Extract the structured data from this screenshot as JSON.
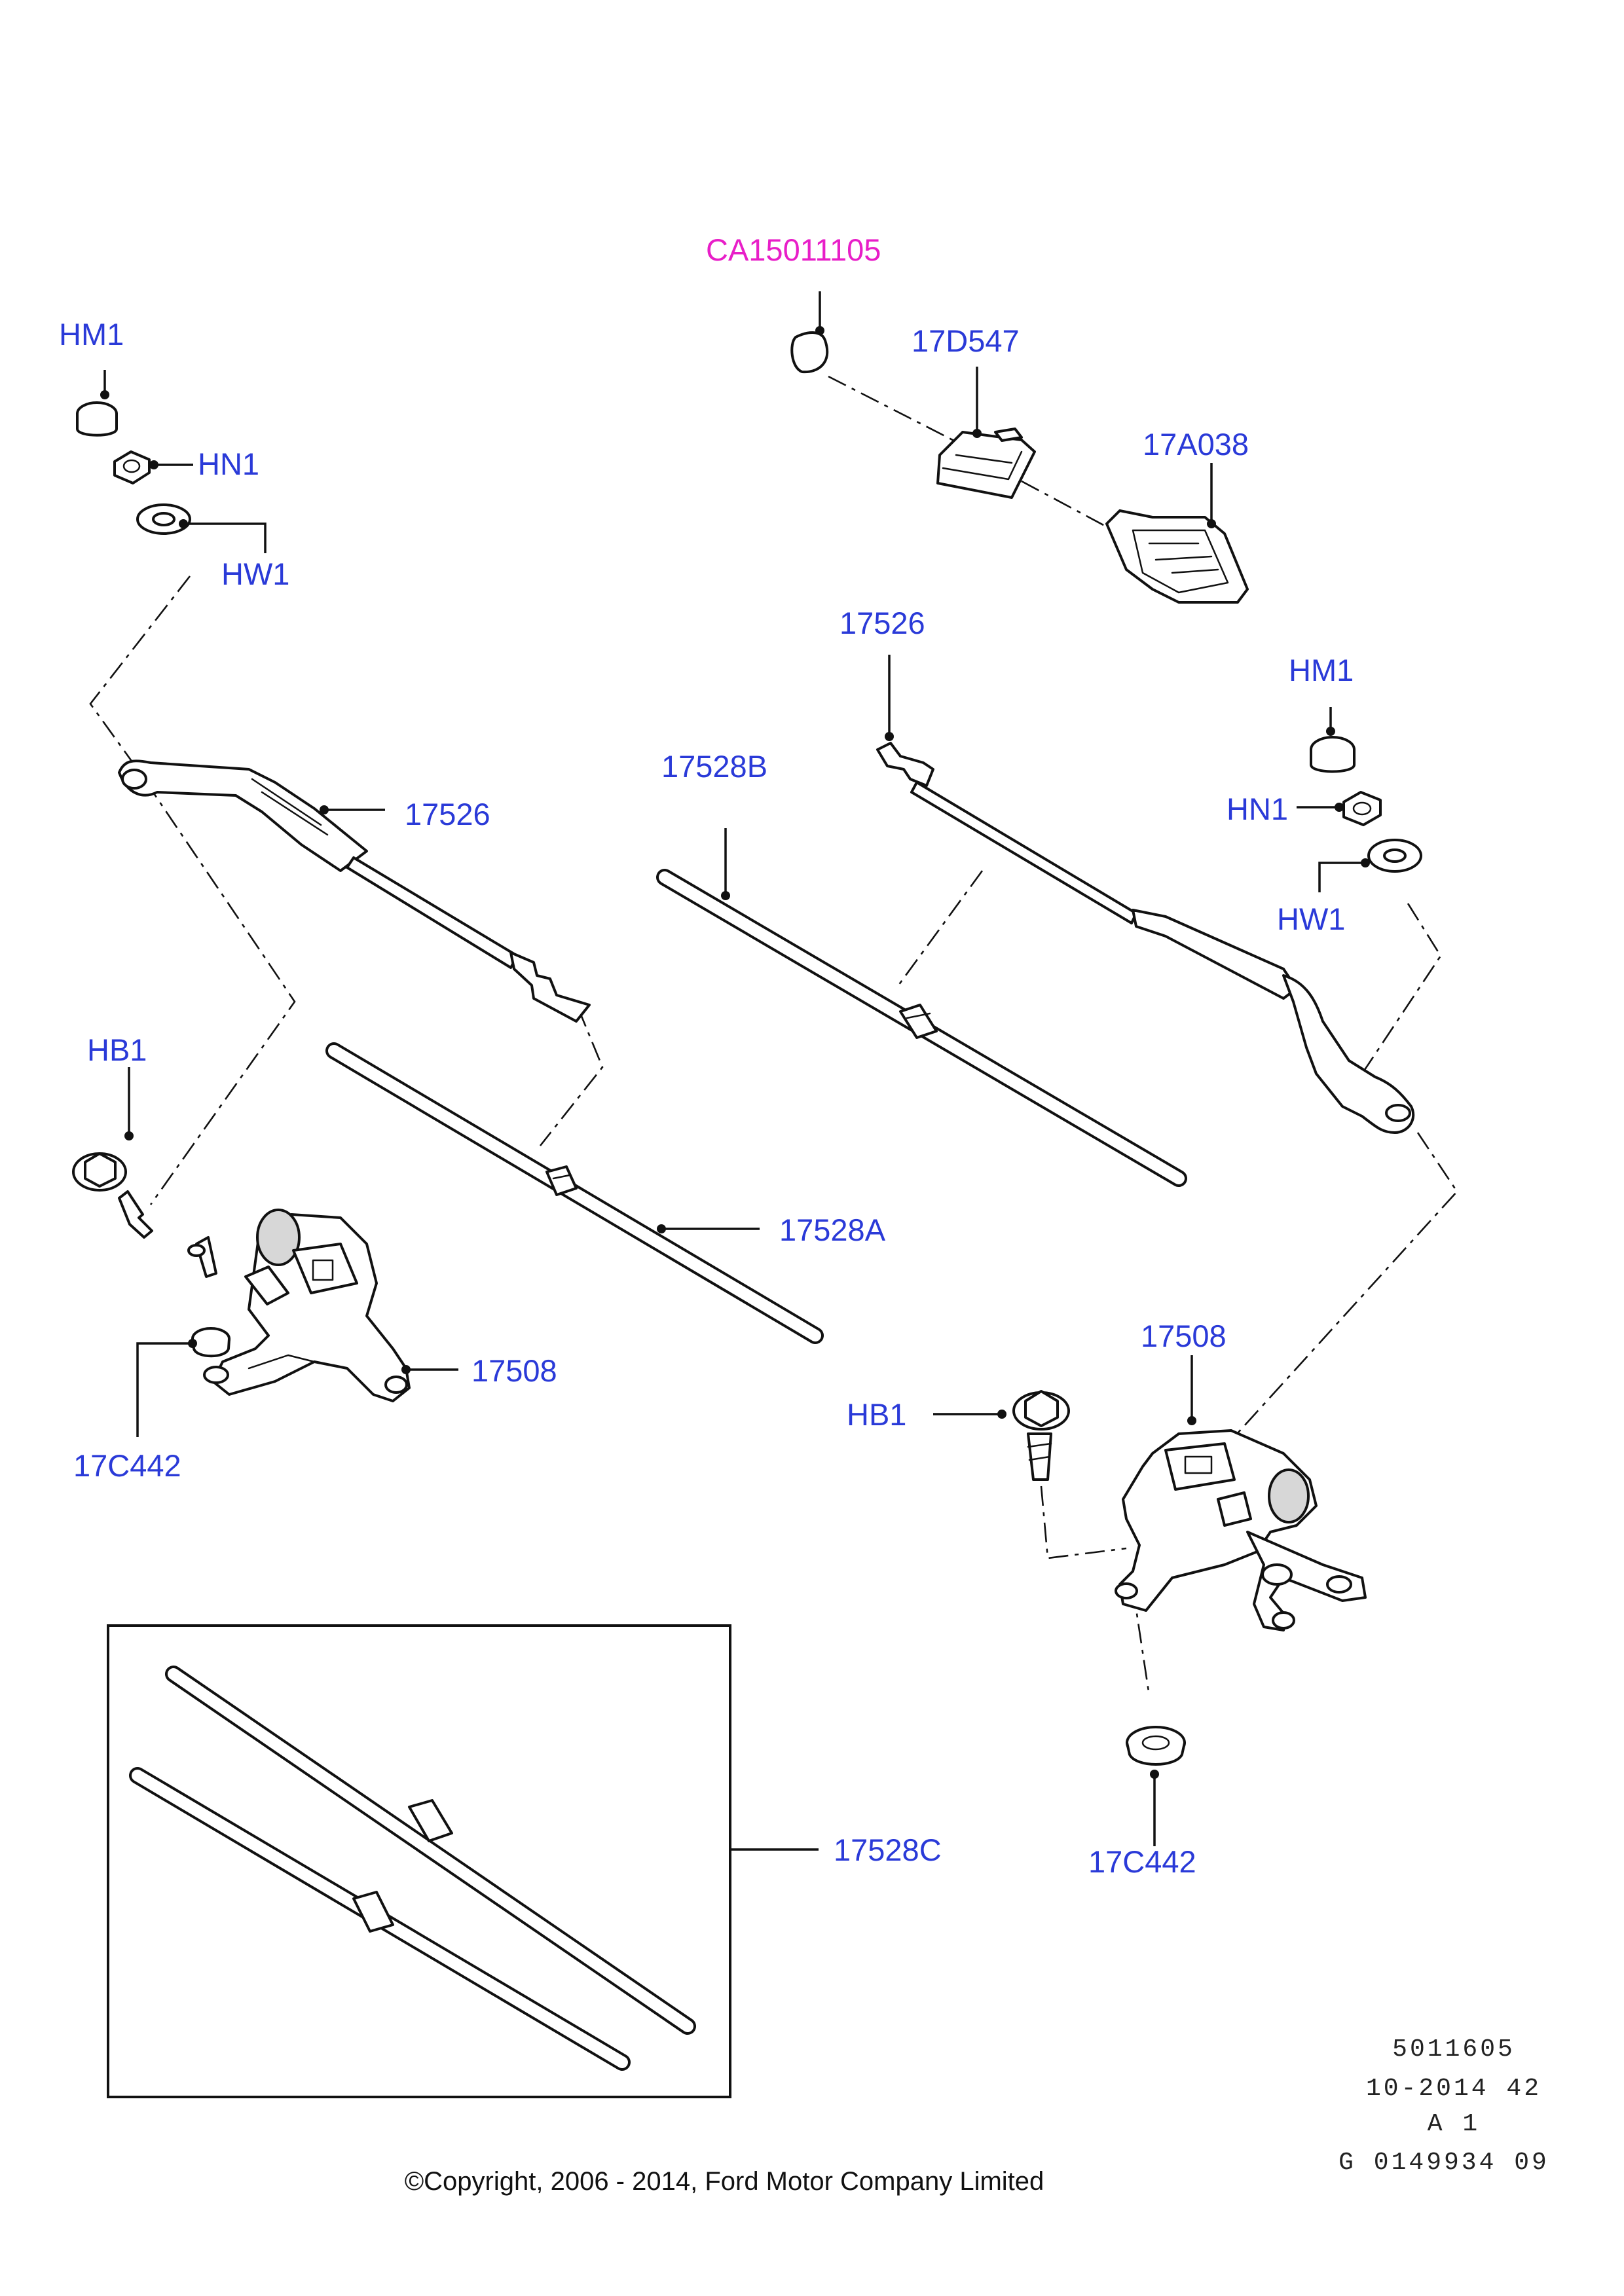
{
  "labels": {
    "ca15011105": "CA15011105",
    "d547": "17D547",
    "a038": "17A038",
    "hm1_left": "HM1",
    "hn1_left": "HN1",
    "hw1_left": "HW1",
    "arm_left": "17526",
    "arm_right": "17526",
    "blade_b": "17528B",
    "hm1_right": "HM1",
    "hn1_right": "HN1",
    "hw1_right": "HW1",
    "hb1_left": "HB1",
    "blade_a": "17528A",
    "motor_left": "17508",
    "grommet_left": "17C442",
    "motor_right": "17508",
    "hb1_right": "HB1",
    "blade_c": "17528C",
    "grommet_right": "17C442"
  },
  "footer": {
    "line1": "5011605",
    "line2": "10-2014 42",
    "line3": "A 1",
    "line4": "G 0149934 09",
    "copyright": "©Copyright, 2006 - 2014, Ford Motor Company Limited"
  },
  "colors": {
    "label": "#2a3ad8",
    "highlight_label": "#e81ec8",
    "line": "#111111"
  }
}
